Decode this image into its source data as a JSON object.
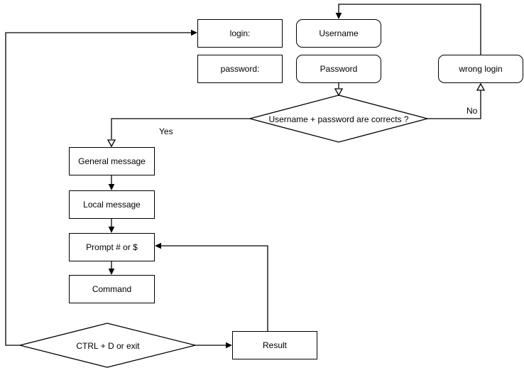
{
  "nodes": {
    "login_prompt": {
      "label": "login:"
    },
    "username": {
      "label": "Username"
    },
    "password_prompt": {
      "label": "password:"
    },
    "password": {
      "label": "Password"
    },
    "wrong_login": {
      "label": "wrong login"
    },
    "decision_credentials": {
      "label": "Username + password are corrects ?"
    },
    "general_message": {
      "label": "General message"
    },
    "local_message": {
      "label": "Local message"
    },
    "prompt": {
      "label": "Prompt # or $"
    },
    "command": {
      "label": "Command"
    },
    "decision_exit": {
      "label": "CTRL + D or exit"
    },
    "result": {
      "label": "Result"
    }
  },
  "edge_labels": {
    "yes": "Yes",
    "no": "No"
  },
  "colors": {
    "stroke": "#000000",
    "node_fill": "#ffffff",
    "background": "#ffffff",
    "text": "#000000"
  }
}
